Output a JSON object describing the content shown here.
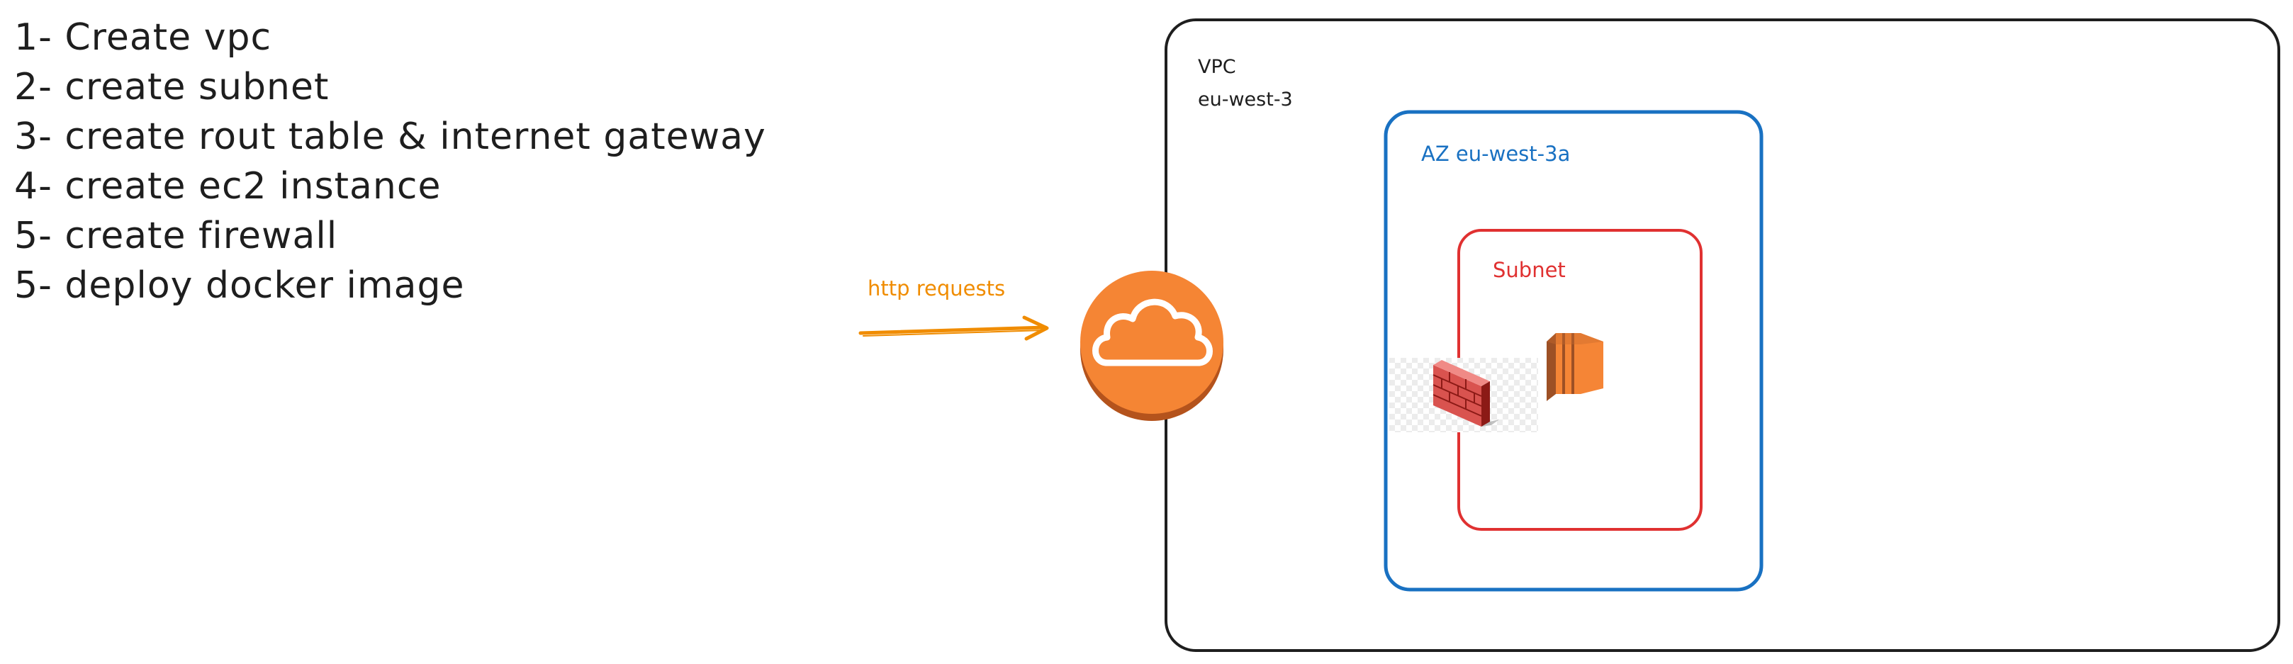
{
  "steps": [
    "1- Create vpc",
    "2- create subnet",
    "3- create rout table & internet gateway",
    "4- create ec2 instance",
    "5- create firewall",
    "5- deploy docker image"
  ],
  "vpc": {
    "label": "VPC",
    "region": "eu-west-3"
  },
  "az": {
    "label": "AZ eu-west-3a"
  },
  "subnet": {
    "label": "Subnet"
  },
  "arrow": {
    "label": "http requests"
  },
  "colors": {
    "vpc_border": "#1e1e1e",
    "az_border": "#1971c2",
    "subnet_border": "#e03131",
    "arrow": "#f08c00",
    "gateway_fill": "#f58534",
    "gateway_shadow": "#b4531c",
    "ec2_light": "#f58536",
    "ec2_dark": "#9d5025",
    "firewall_light": "#d9534f",
    "firewall_dark": "#8c1a16"
  },
  "icons": {
    "gateway": "internet-gateway-cloud-icon",
    "firewall": "firewall-brick-wall-icon",
    "ec2": "ec2-instance-icon"
  }
}
